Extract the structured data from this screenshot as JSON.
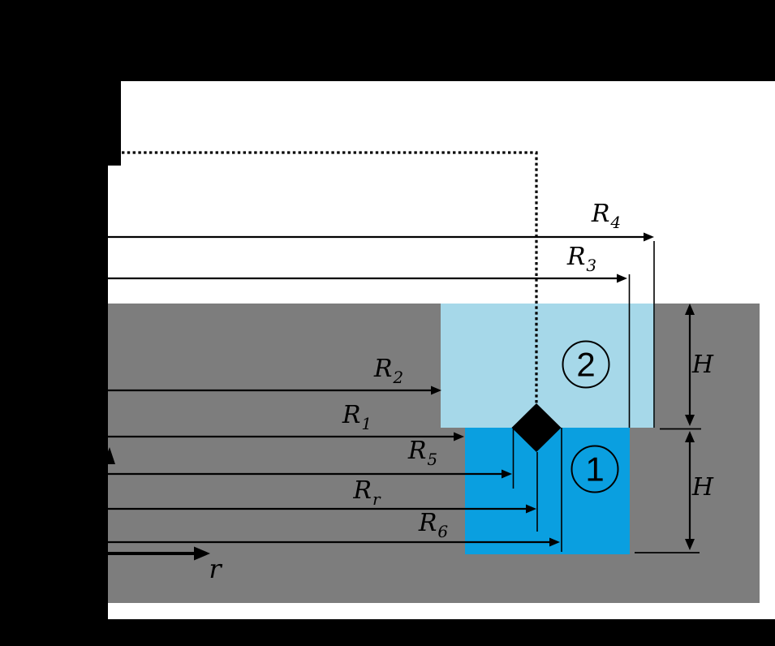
{
  "colors": {
    "background": "#000000",
    "canvas": "#ffffff",
    "gray": "#7d7d7d",
    "blue": "#0a9fe0",
    "light_blue": "#a6d8e9",
    "ink": "#000000"
  },
  "labels": {
    "r4": {
      "base": "R",
      "sub": "4"
    },
    "r3": {
      "base": "R",
      "sub": "3"
    },
    "r2": {
      "base": "R",
      "sub": "2"
    },
    "r1": {
      "base": "R",
      "sub": "1"
    },
    "r5": {
      "base": "R",
      "sub": "5"
    },
    "rr": {
      "base": "R",
      "sub": "r"
    },
    "r6": {
      "base": "R",
      "sub": "6"
    },
    "axis_r": "r",
    "dim_h_upper": "H",
    "dim_h_lower": "H",
    "region_1": "1",
    "region_2": "2"
  }
}
